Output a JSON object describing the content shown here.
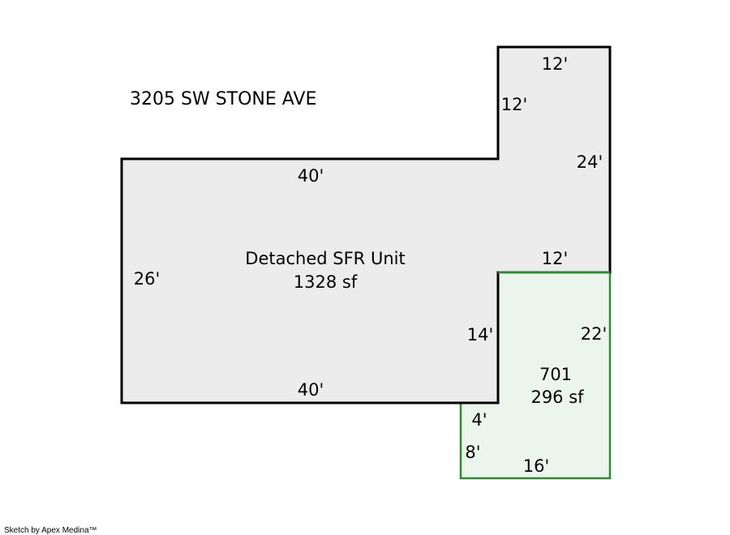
{
  "address": "3205 SW STONE AVE",
  "credit": "Sketch by Apex Medina™",
  "colors": {
    "main_fill": "#ececec",
    "main_stroke": "#000000",
    "addition_fill": "#ebf5eb",
    "addition_stroke": "#2e8b2e"
  },
  "main_area": {
    "name": "Detached SFR Unit",
    "area": "1328 sf",
    "dims": {
      "top_right": "12'",
      "right_inner": "12'",
      "right": "24'",
      "top_left": "40'",
      "left": "26'",
      "step": "12'",
      "bottom": "40'",
      "inner": "14'"
    }
  },
  "addition": {
    "name": "701",
    "area": "296 sf",
    "dims": {
      "right": "22'",
      "small_top": "4'",
      "small_left": "8'",
      "bottom": "16'"
    }
  }
}
